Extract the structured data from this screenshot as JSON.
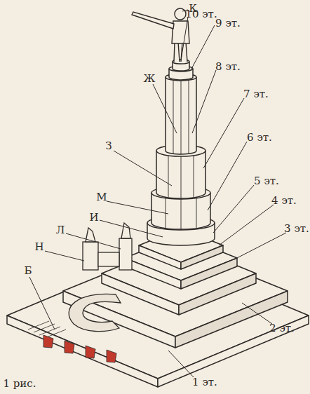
{
  "diagram": {
    "labels": [
      "К",
      "10 эт.",
      "9 эт.",
      "Ж",
      "8 эт.",
      "З",
      "7 эт.",
      "6 эт.",
      "М",
      "5 эт.",
      "И",
      "4 эт.",
      "Л",
      "3 эт.",
      "Б",
      "Н",
      "2 эт.",
      "1 эт.",
      "1 рис."
    ]
  }
}
